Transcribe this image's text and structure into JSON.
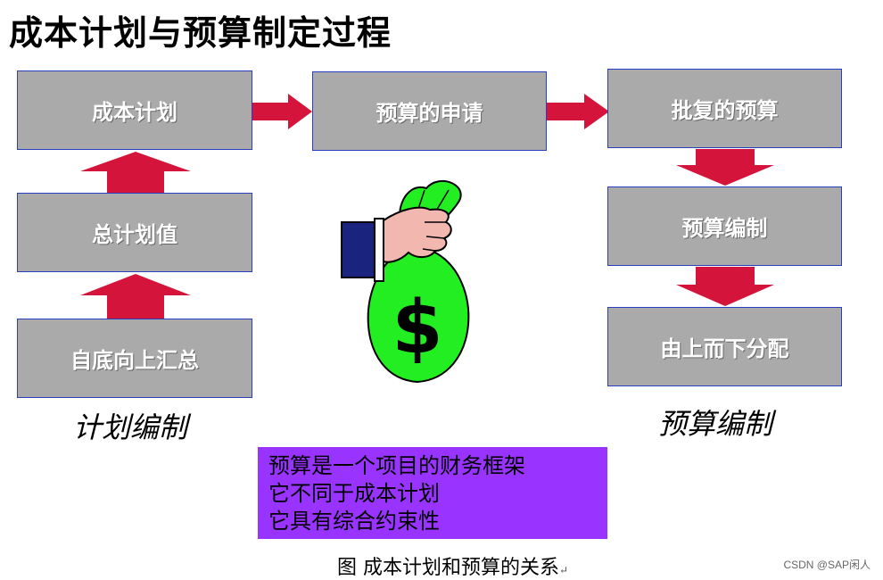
{
  "title": "成本计划与预算制定过程",
  "left_column": {
    "boxes": [
      "成本计划",
      "总计划值",
      "自底向上汇总"
    ],
    "label": "计划编制"
  },
  "middle": {
    "box": "预算的申请",
    "money_symbol": "$"
  },
  "right_column": {
    "boxes": [
      "批复的预算",
      "预算编制",
      "由上而下分配"
    ],
    "label": "预算编制"
  },
  "note": {
    "lines": [
      "预算是一个项目的财务框架",
      "它不同于成本计划",
      "它具有综合约束性"
    ]
  },
  "caption": {
    "text": "图  成本计划和预算的关系",
    "mark": "↵"
  },
  "watermark": "CSDN @SAP闲人",
  "colors": {
    "box_fill": "#aaaaaa",
    "box_border": "#2a3fbf",
    "arrow": "#d4143a",
    "note_bg": "#9933ff",
    "bag_green": "#22ee22"
  }
}
